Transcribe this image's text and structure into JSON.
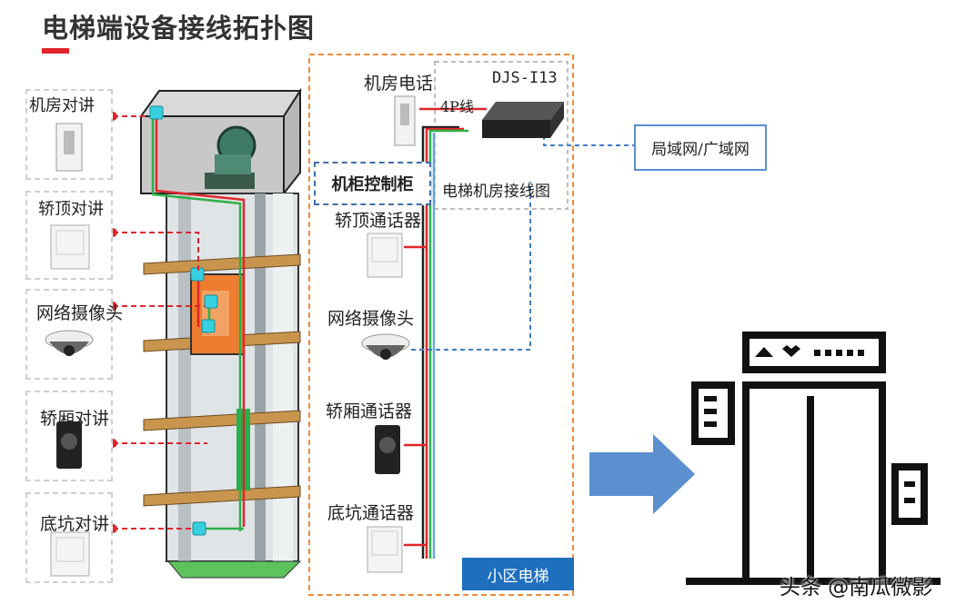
{
  "title": "电梯端设备接线拓扑图",
  "left_devices": [
    {
      "label": "机房对讲",
      "icon": "intercom-panel-icon"
    },
    {
      "label": "轿顶对讲",
      "icon": "speaker-box-icon"
    },
    {
      "label": "网络摄像头",
      "icon": "dome-camera-icon"
    },
    {
      "label": "轿厢对讲",
      "icon": "car-intercom-icon"
    },
    {
      "label": "底坑对讲",
      "icon": "speaker-box-icon"
    }
  ],
  "machine_room": {
    "phone_label": "机房电话",
    "model_label": "DJS-I13",
    "wire_label": "4P线",
    "diagram_label": "电梯机房接线图"
  },
  "cabinet_label": "机柜控制柜",
  "network_label": "局域网/广域网",
  "right_devices": [
    {
      "label": "轿顶通话器"
    },
    {
      "label": "网络摄像头"
    },
    {
      "label": "轿厢通话器"
    },
    {
      "label": "底坑通话器"
    }
  ],
  "badge_label": "小区电梯",
  "watermark": "头条 @南瓜微影",
  "colors": {
    "red_wire": "#e0262c",
    "green_wire": "#2fb04a",
    "blue_link": "#3e7cc4",
    "orange_frame": "#f08a3c"
  }
}
